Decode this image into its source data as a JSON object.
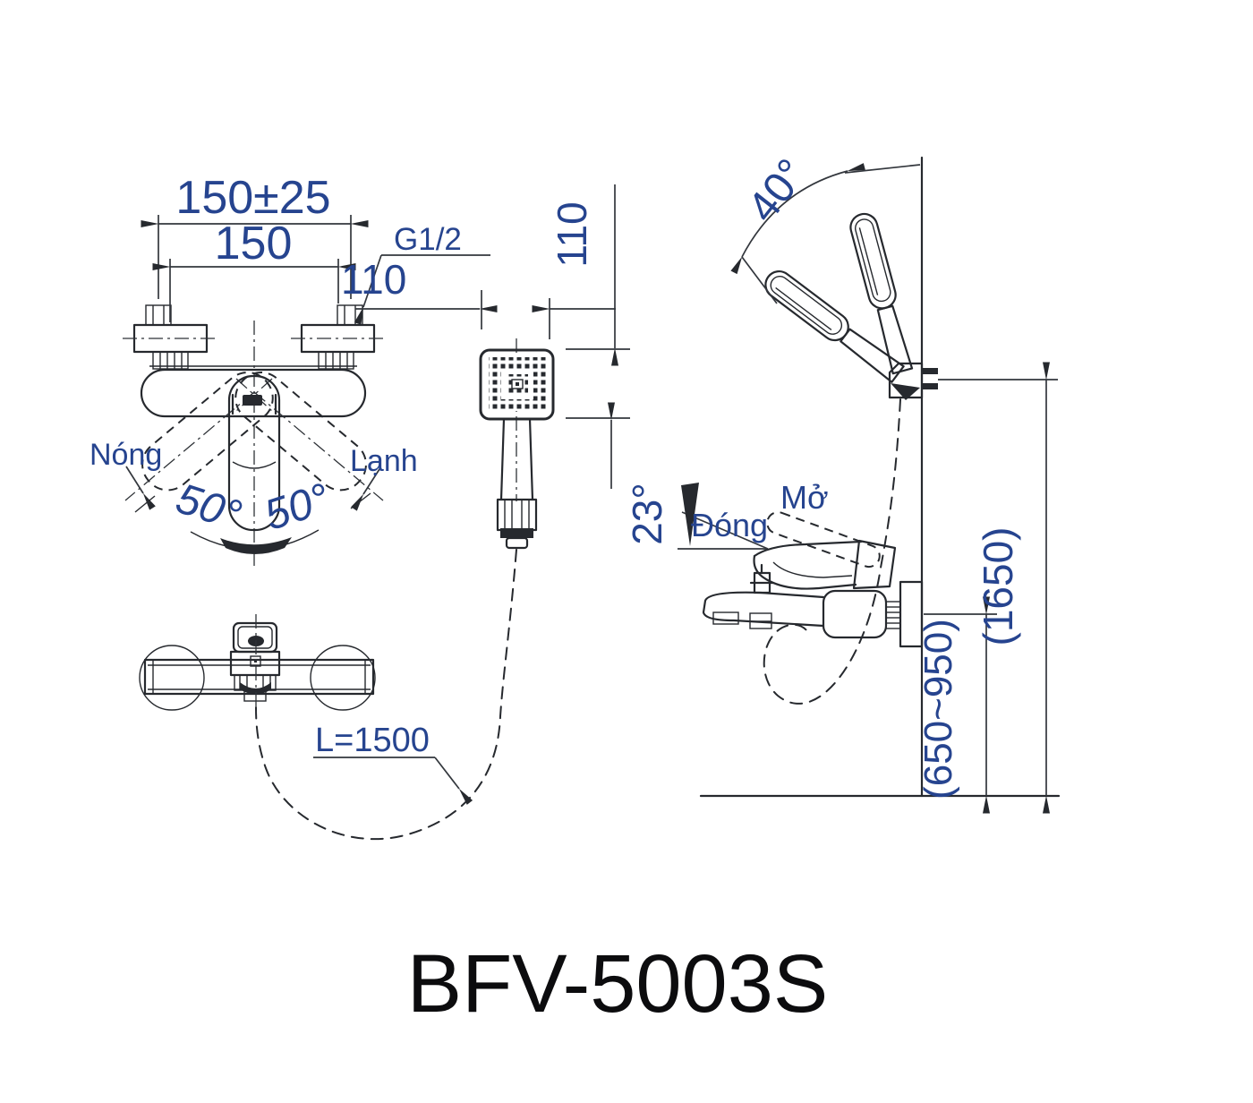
{
  "title": {
    "model": "BFV-5003S"
  },
  "colors": {
    "background": "#ffffff",
    "line": "#26292e",
    "dim_text": "#26448f",
    "title_text": "#0c0c0e"
  },
  "dimensions": {
    "center_tolerance": "150±25",
    "center_distance": "150",
    "thread_size": "G1/2",
    "offset_horizontal": "110",
    "offset_vertical": "110",
    "hose_length": "L=1500",
    "install_height_range": "(650~950)",
    "overall_height": "(1650)",
    "holder_swing_angle": "40°",
    "lever_open_angle": "23°",
    "handle_swing_left": "50°",
    "handle_swing_right": "50°"
  },
  "front_view": {
    "hot_label": "Nóng",
    "cold_label": "Lạnh"
  },
  "side_view": {
    "open_label": "Mở",
    "close_label": "Đóng"
  }
}
